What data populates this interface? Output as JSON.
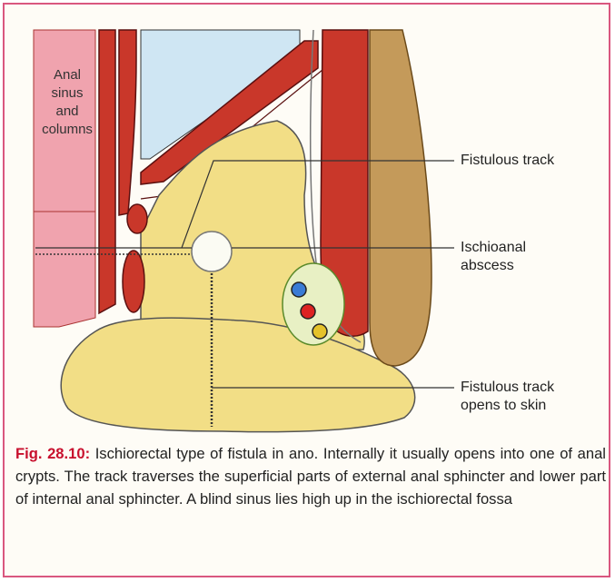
{
  "labels": {
    "anal_sinus": [
      "Anal",
      "sinus",
      "and",
      "columns"
    ],
    "fistulous_track": "Fistulous track",
    "ischioanal_abscess": [
      "Ischioanal",
      "abscess"
    ],
    "track_opens": [
      "Fistulous track",
      "opens to skin"
    ]
  },
  "caption": {
    "fig_label": "Fig. 28.10:",
    "text": " Ischiorectal type of fistula in ano. Internally it usually opens into one of anal crypts. The track traverses the superficial parts of external anal sphincter and lower part of internal anal sphincter. A blind sinus lies high up in the ischiorectal fossa"
  },
  "colors": {
    "border": "#d9577f",
    "fat": "#f2de86",
    "muscle": "#c9372a",
    "mucosa": "#f0a3ae",
    "skin": "#e6b9a6",
    "bone": "#c49a5a",
    "pelvic_space": "#cfe6f3",
    "caption_accent": "#c8102e"
  }
}
